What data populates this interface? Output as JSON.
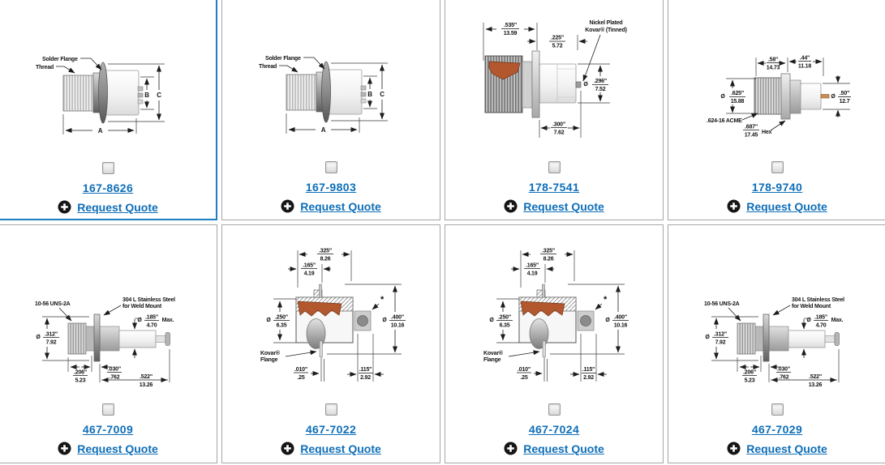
{
  "colors": {
    "link": "#0e6eb8",
    "selected_border": "#1e7fc2",
    "cell_border": "#a6a6a6",
    "copper": "#b2572e",
    "drawing_ink": "#141414"
  },
  "icons": {
    "request_quote": "plus-circle-icon"
  },
  "common": {
    "request_quote_label": "Request Quote"
  },
  "products": [
    {
      "part_number": "167-8626",
      "selected": true,
      "drawing": {
        "type": "solder-flange-threaded-adapter",
        "labels": {
          "solder_flange": "Solder Flange",
          "thread": "Thread",
          "dim_a": "A",
          "dim_b": "B",
          "dim_c": "C"
        }
      }
    },
    {
      "part_number": "167-9803",
      "selected": false,
      "drawing": {
        "type": "solder-flange-threaded-adapter",
        "labels": {
          "solder_flange": "Solder Flange",
          "thread": "Thread",
          "dim_a": "A",
          "dim_b": "B",
          "dim_c": "C"
        }
      }
    },
    {
      "part_number": "178-7541",
      "selected": false,
      "drawing": {
        "type": "acme-threaded-feedthrough",
        "labels": {
          "note1": "Nickel Plated",
          "note2": "Kovar® (Tinned)",
          "dia": "Ø",
          "len_in": ".535\"",
          "len_mm": "13.59",
          "step_in": ".225\"",
          "step_mm": "5.72",
          "dia_in": ".296\"",
          "dia_mm": "7.52",
          "depth_in": ".300\"",
          "depth_mm": "7.62"
        }
      }
    },
    {
      "part_number": "178-9740",
      "selected": false,
      "drawing": {
        "type": "acme-hex-feedthrough",
        "labels": {
          "dia": "Ø",
          "len_in": ".58\"",
          "len_mm": "14.73",
          "len2_in": ".44\"",
          "len2_mm": "11.18",
          "dia1_in": ".625\"",
          "dia1_mm": "15.88",
          "dia2_in": ".50\"",
          "dia2_mm": "12.7",
          "acme": ".624-16 ACME",
          "hex_in": ".687\"",
          "hex_mm": "17.45",
          "hex": "Hex"
        }
      }
    },
    {
      "part_number": "467-7009",
      "selected": false,
      "drawing": {
        "type": "weld-mount-pin-feedthrough",
        "labels": {
          "thread_spec": "10-56 UNS-2A",
          "note1": "304 L Stainless Steel",
          "note2": "for Weld Mount",
          "dia": "Ø",
          "pin_in": ".185\"",
          "pin_mm": "4.70",
          "max": "Max.",
          "dia2_in": ".312\"",
          "dia2_mm": "7.92",
          "l1_in": ".206\"",
          "l1_mm": "5.23",
          "l2_in": ".030\"",
          "l2_mm": ".762",
          "l3_in": ".522\"",
          "l3_mm": "13.26"
        }
      }
    },
    {
      "part_number": "467-7022",
      "selected": false,
      "drawing": {
        "type": "kovar-flange-section",
        "labels": {
          "w_in": ".325\"",
          "w_mm": "8.26",
          "w2_in": ".165\"",
          "w2_mm": "4.19",
          "dia": "Ø",
          "dia1_in": ".250\"",
          "dia1_mm": "6.35",
          "dia2_in": ".400\"",
          "dia2_mm": "10.16",
          "kovar1": "Kovar®",
          "kovar2": "Flange",
          "g_in": ".010\"",
          "g_mm": ".25",
          "s_in": ".115\"",
          "s_mm": "2.92",
          "star": "*"
        }
      }
    },
    {
      "part_number": "467-7024",
      "selected": false,
      "drawing": {
        "type": "kovar-flange-section",
        "labels": {
          "w_in": ".325\"",
          "w_mm": "8.26",
          "w2_in": ".165\"",
          "w2_mm": "4.19",
          "dia": "Ø",
          "dia1_in": ".250\"",
          "dia1_mm": "6.35",
          "dia2_in": ".400\"",
          "dia2_mm": "10.16",
          "kovar1": "Kovar®",
          "kovar2": "Flange",
          "g_in": ".010\"",
          "g_mm": ".25",
          "s_in": ".115\"",
          "s_mm": "2.92",
          "star": "*"
        }
      }
    },
    {
      "part_number": "467-7029",
      "selected": false,
      "drawing": {
        "type": "weld-mount-pin-feedthrough",
        "labels": {
          "thread_spec": "10-56 UNS-2A",
          "note1": "304 L Stainless Steel",
          "note2": "for Weld Mount",
          "dia": "Ø",
          "pin_in": ".185\"",
          "pin_mm": "4.70",
          "max": "Max.",
          "dia2_in": ".312\"",
          "dia2_mm": "7.92",
          "l1_in": ".206\"",
          "l1_mm": "5.23",
          "l2_in": ".030\"",
          "l2_mm": ".762",
          "l3_in": ".522\"",
          "l3_mm": "13.26"
        }
      }
    }
  ]
}
